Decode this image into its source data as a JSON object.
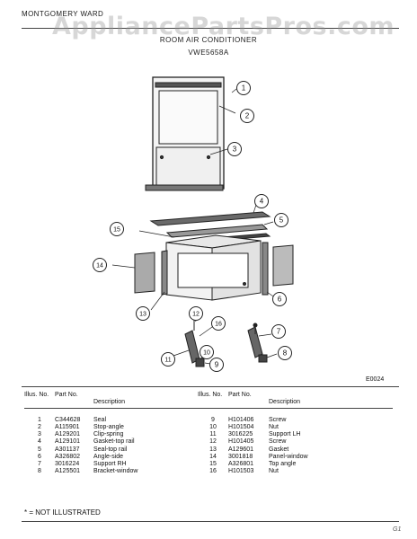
{
  "header": {
    "brand": "MONTGOMERY WARD",
    "watermark": "AppliancePartsPros.com",
    "title": "ROOM AIR CONDITIONER",
    "model": "VWE5658A"
  },
  "diagram": {
    "code": "E0024",
    "callouts": [
      "1",
      "2",
      "3",
      "4",
      "5",
      "6",
      "7",
      "8",
      "9",
      "10",
      "11",
      "12",
      "13",
      "14",
      "15",
      "16"
    ]
  },
  "parts_table": {
    "headers": {
      "illus_no": "Illus. No.",
      "part_no": "Part No.",
      "description": "Description"
    },
    "left": [
      {
        "illus": "1",
        "part": "C344628",
        "desc": "Seal"
      },
      {
        "illus": "2",
        "part": "A115901",
        "desc": "Stop-angle"
      },
      {
        "illus": "3",
        "part": "A129201",
        "desc": "Clip-spring"
      },
      {
        "illus": "4",
        "part": "A129101",
        "desc": "Gasket-top rail"
      },
      {
        "illus": "5",
        "part": "A301137",
        "desc": "Seal-top rail"
      },
      {
        "illus": "6",
        "part": "A326802",
        "desc": "Angle-side"
      },
      {
        "illus": "7",
        "part": "3016224",
        "desc": "Support RH"
      },
      {
        "illus": "8",
        "part": "A125501",
        "desc": "Bracket-window"
      }
    ],
    "right": [
      {
        "illus": "9",
        "part": "H101406",
        "desc": "Screw"
      },
      {
        "illus": "10",
        "part": "H101504",
        "desc": "Nut"
      },
      {
        "illus": "11",
        "part": "3016225",
        "desc": "Support LH"
      },
      {
        "illus": "12",
        "part": "H101405",
        "desc": "Screw"
      },
      {
        "illus": "13",
        "part": "A129601",
        "desc": "Gasket"
      },
      {
        "illus": "14",
        "part": "3001818",
        "desc": "Panel-window"
      },
      {
        "illus": "15",
        "part": "A326801",
        "desc": "Top angle"
      },
      {
        "illus": "16",
        "part": "H101503",
        "desc": "Nut"
      }
    ]
  },
  "footnote": "* = NOT ILLUSTRATED",
  "corner_mark": "G1"
}
